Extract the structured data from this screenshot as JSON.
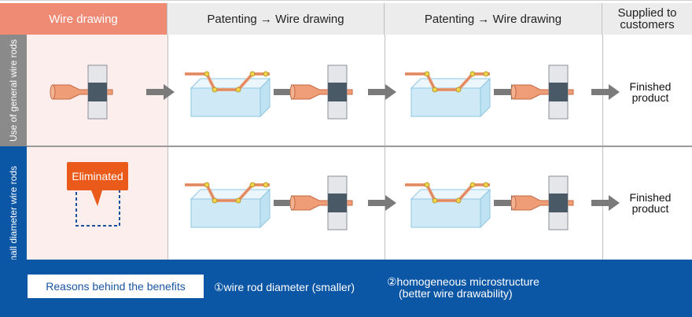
{
  "headers": {
    "col1": "Wire drawing",
    "col2": "Patenting → Wire drawing",
    "col3": "Patenting → Wire drawing",
    "col4": "Supplied to customers"
  },
  "rows": {
    "row1_label": "Use of general wire rods",
    "row2_label": "Use of small diameter wire rods"
  },
  "eliminated_label": "Eliminated",
  "finished_product": "Finished product",
  "reasons": {
    "title": "Reasons behind the benefits",
    "reason1": "①wire rod diameter (smaller)",
    "reason2_line1": "②homogeneous microstructure",
    "reason2_line2": "(better wire drawability)"
  },
  "colors": {
    "header_accent": "#ef8a74",
    "row_label_top": "#8a8a8a",
    "row_label_bottom": "#0b56a5",
    "eliminated": "#ea5a1a",
    "wire": "#e8a27a",
    "bath": "#d6eef8"
  }
}
